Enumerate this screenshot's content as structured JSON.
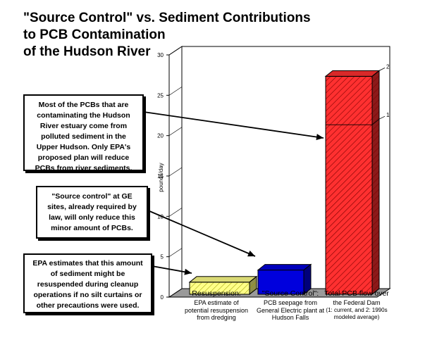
{
  "title_lines": [
    "\"Source Control\" vs. Sediment Contributions",
    "to PCB Contamination",
    "of the Hudson River"
  ],
  "chart_data": {
    "type": "bar",
    "ylabel": "pounds/day",
    "ylim": [
      0,
      30
    ],
    "yticks": [
      0,
      5,
      10,
      15,
      20,
      25,
      30
    ],
    "categories": [
      {
        "main": "Resuspension:",
        "sub": [
          "EPA estimate of",
          "potential resuspension",
          "from dredging"
        ]
      },
      {
        "main": "\"Source Control\":",
        "sub": [
          "PCB seepage from",
          "General Electric plant at",
          "Hudson Falls"
        ]
      },
      {
        "main": "Total PCB flow over",
        "sub": [
          "the Federal Dam"
        ],
        "small": [
          "(1: current, and 2: 1990s",
          "modeled average)"
        ]
      }
    ],
    "values": [
      1.5,
      3,
      27
    ],
    "marker_values": [
      {
        "label": "1",
        "value": 21
      },
      {
        "label": "2",
        "value": 27
      }
    ],
    "bar_colors": [
      "#ffff88",
      "#0000dd",
      "#ff3030"
    ],
    "grid": false
  },
  "callouts": [
    {
      "lines": [
        "Most of the PCBs that are",
        "contaminating the Hudson",
        "River estuary come from",
        "polluted sediment in the",
        "Upper Hudson. Only EPA's",
        "proposed plan will reduce",
        "PCBs from river sediments."
      ]
    },
    {
      "lines": [
        "\"Source control\" at GE",
        "sites, already required by",
        "law, will only reduce this",
        "minor amount of PCBs."
      ]
    },
    {
      "lines": [
        "EPA estimates that this amount",
        "of sediment might be",
        "resuspended during cleanup",
        "operations if no silt curtains or",
        "other precautions were used."
      ]
    }
  ]
}
